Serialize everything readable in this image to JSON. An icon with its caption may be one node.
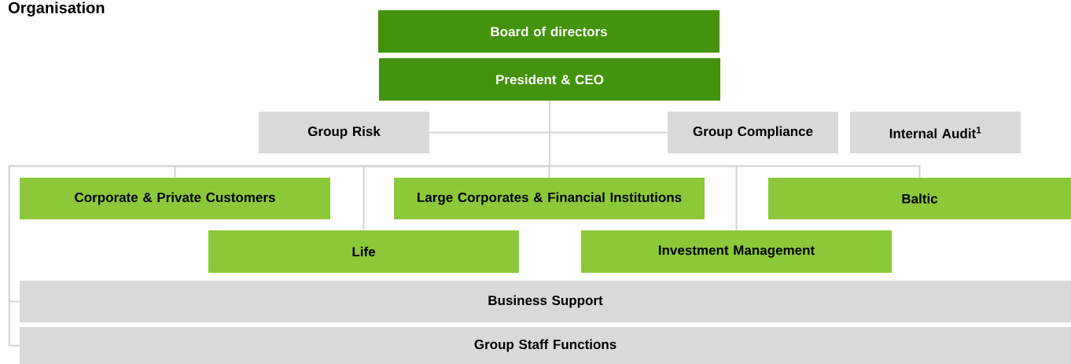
{
  "diagram": {
    "title": "Organisation",
    "nodes": [
      {
        "text": [
          "Board of directors"
        ]
      },
      {
        "text": [
          "President & CEO"
        ]
      },
      {
        "text": [
          "Group Risk"
        ]
      },
      {
        "text": [
          "Group Compliance"
        ]
      },
      {
        "text": [
          "Internal Audit$^{1}$"
        ]
      },
      {
        "text": [
          "Corporate & Private Customers"
        ]
      },
      {
        "text": [
          "Large Corporates & Financial Institutions"
        ]
      },
      {
        "text": [
          "Baltic"
        ]
      },
      {
        "text": [
          "Life"
        ]
      },
      {
        "text": [
          "Investment Management"
        ]
      },
      {
        "text": [
          "Business Support"
        ]
      },
      {
        "text": [
          "Group Staff Functions"
        ]
      }
    ],
    "edges": [
      {
        "from": 1,
        "to": 2,
        "arrow": "none"
      },
      {
        "from": 1,
        "to": 3,
        "arrow": "none"
      },
      {
        "from": 1,
        "to": 5,
        "arrow": "none"
      },
      {
        "from": 1,
        "to": 6,
        "arrow": "none"
      },
      {
        "from": 1,
        "to": 7,
        "arrow": "none"
      },
      {
        "from": 1,
        "to": 8,
        "arrow": "none"
      },
      {
        "from": 1,
        "to": 9,
        "arrow": "none"
      },
      {
        "from": 1,
        "to": 10,
        "arrow": "none"
      },
      {
        "from": 1,
        "to": 11,
        "arrow": "none"
      }
    ]
  }
}
